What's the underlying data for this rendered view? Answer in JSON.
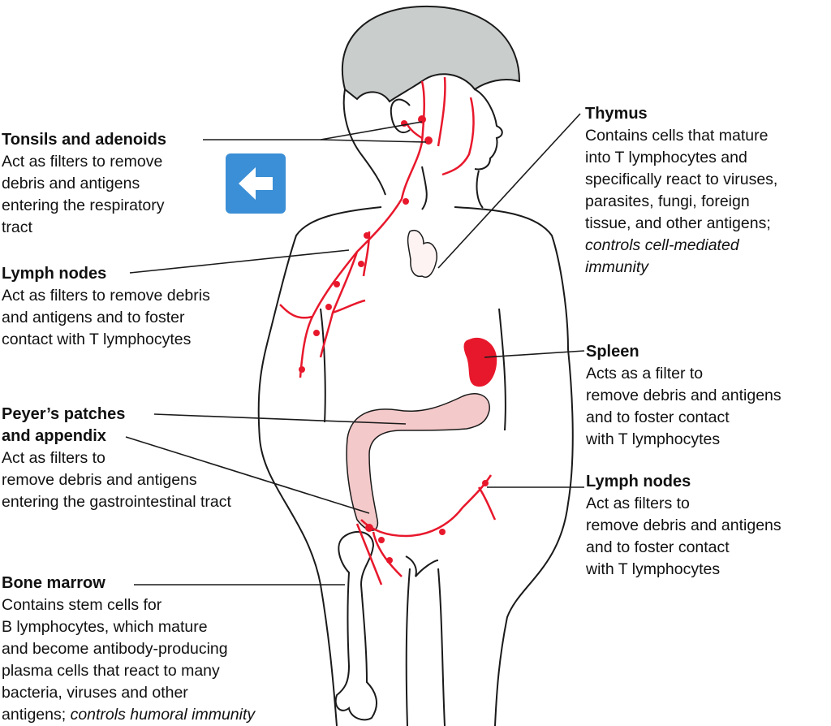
{
  "labels": {
    "tonsils": {
      "heading": "Tonsils and adenoids",
      "lines": [
        "Act as filters to remove",
        "debris and antigens",
        "entering the respiratory",
        "tract"
      ]
    },
    "lymph_left": {
      "heading": "Lymph nodes",
      "lines": [
        "Act as filters to remove debris",
        "and antigens and to foster",
        "contact with T lymphocytes"
      ]
    },
    "peyers": {
      "heading_1": "Peyer’s patches",
      "heading_2": "and appendix",
      "lines": [
        "Act as filters to",
        "remove debris and antigens",
        "entering the gastrointestinal tract"
      ]
    },
    "bone_marrow": {
      "heading": "Bone marrow",
      "lines": [
        "Contains stem cells for",
        "B lymphocytes, which mature",
        "and become antibody-producing",
        "plasma cells that react to many",
        "bacteria, viruses and other"
      ],
      "last_line_plain": "antigens; ",
      "last_line_italic": "controls humoral immunity"
    },
    "thymus": {
      "heading": "Thymus",
      "lines": [
        "Contains cells that mature",
        "into T lymphocytes and",
        "specifically react to viruses,",
        "parasites, fungi, foreign",
        "tissue, and other antigens;"
      ],
      "italic_lines": [
        "controls cell-mediated",
        "immunity"
      ]
    },
    "spleen": {
      "heading": "Spleen",
      "lines": [
        "Acts as a filter to",
        "remove debris and antigens",
        "and to foster contact",
        "with T lymphocytes"
      ]
    },
    "lymph_right": {
      "heading": "Lymph nodes",
      "lines": [
        "Act as filters to",
        "remove debris and antigens",
        "and to foster contact",
        "with T lymphocytes"
      ]
    }
  },
  "back_button": {
    "icon": "arrow-left-icon",
    "color": "#3b8fd6"
  },
  "colors": {
    "lymph": "#e8182c",
    "hair": "#c9cdcb",
    "outline": "#1a1a1a",
    "bowel": "#f4c9c9"
  }
}
